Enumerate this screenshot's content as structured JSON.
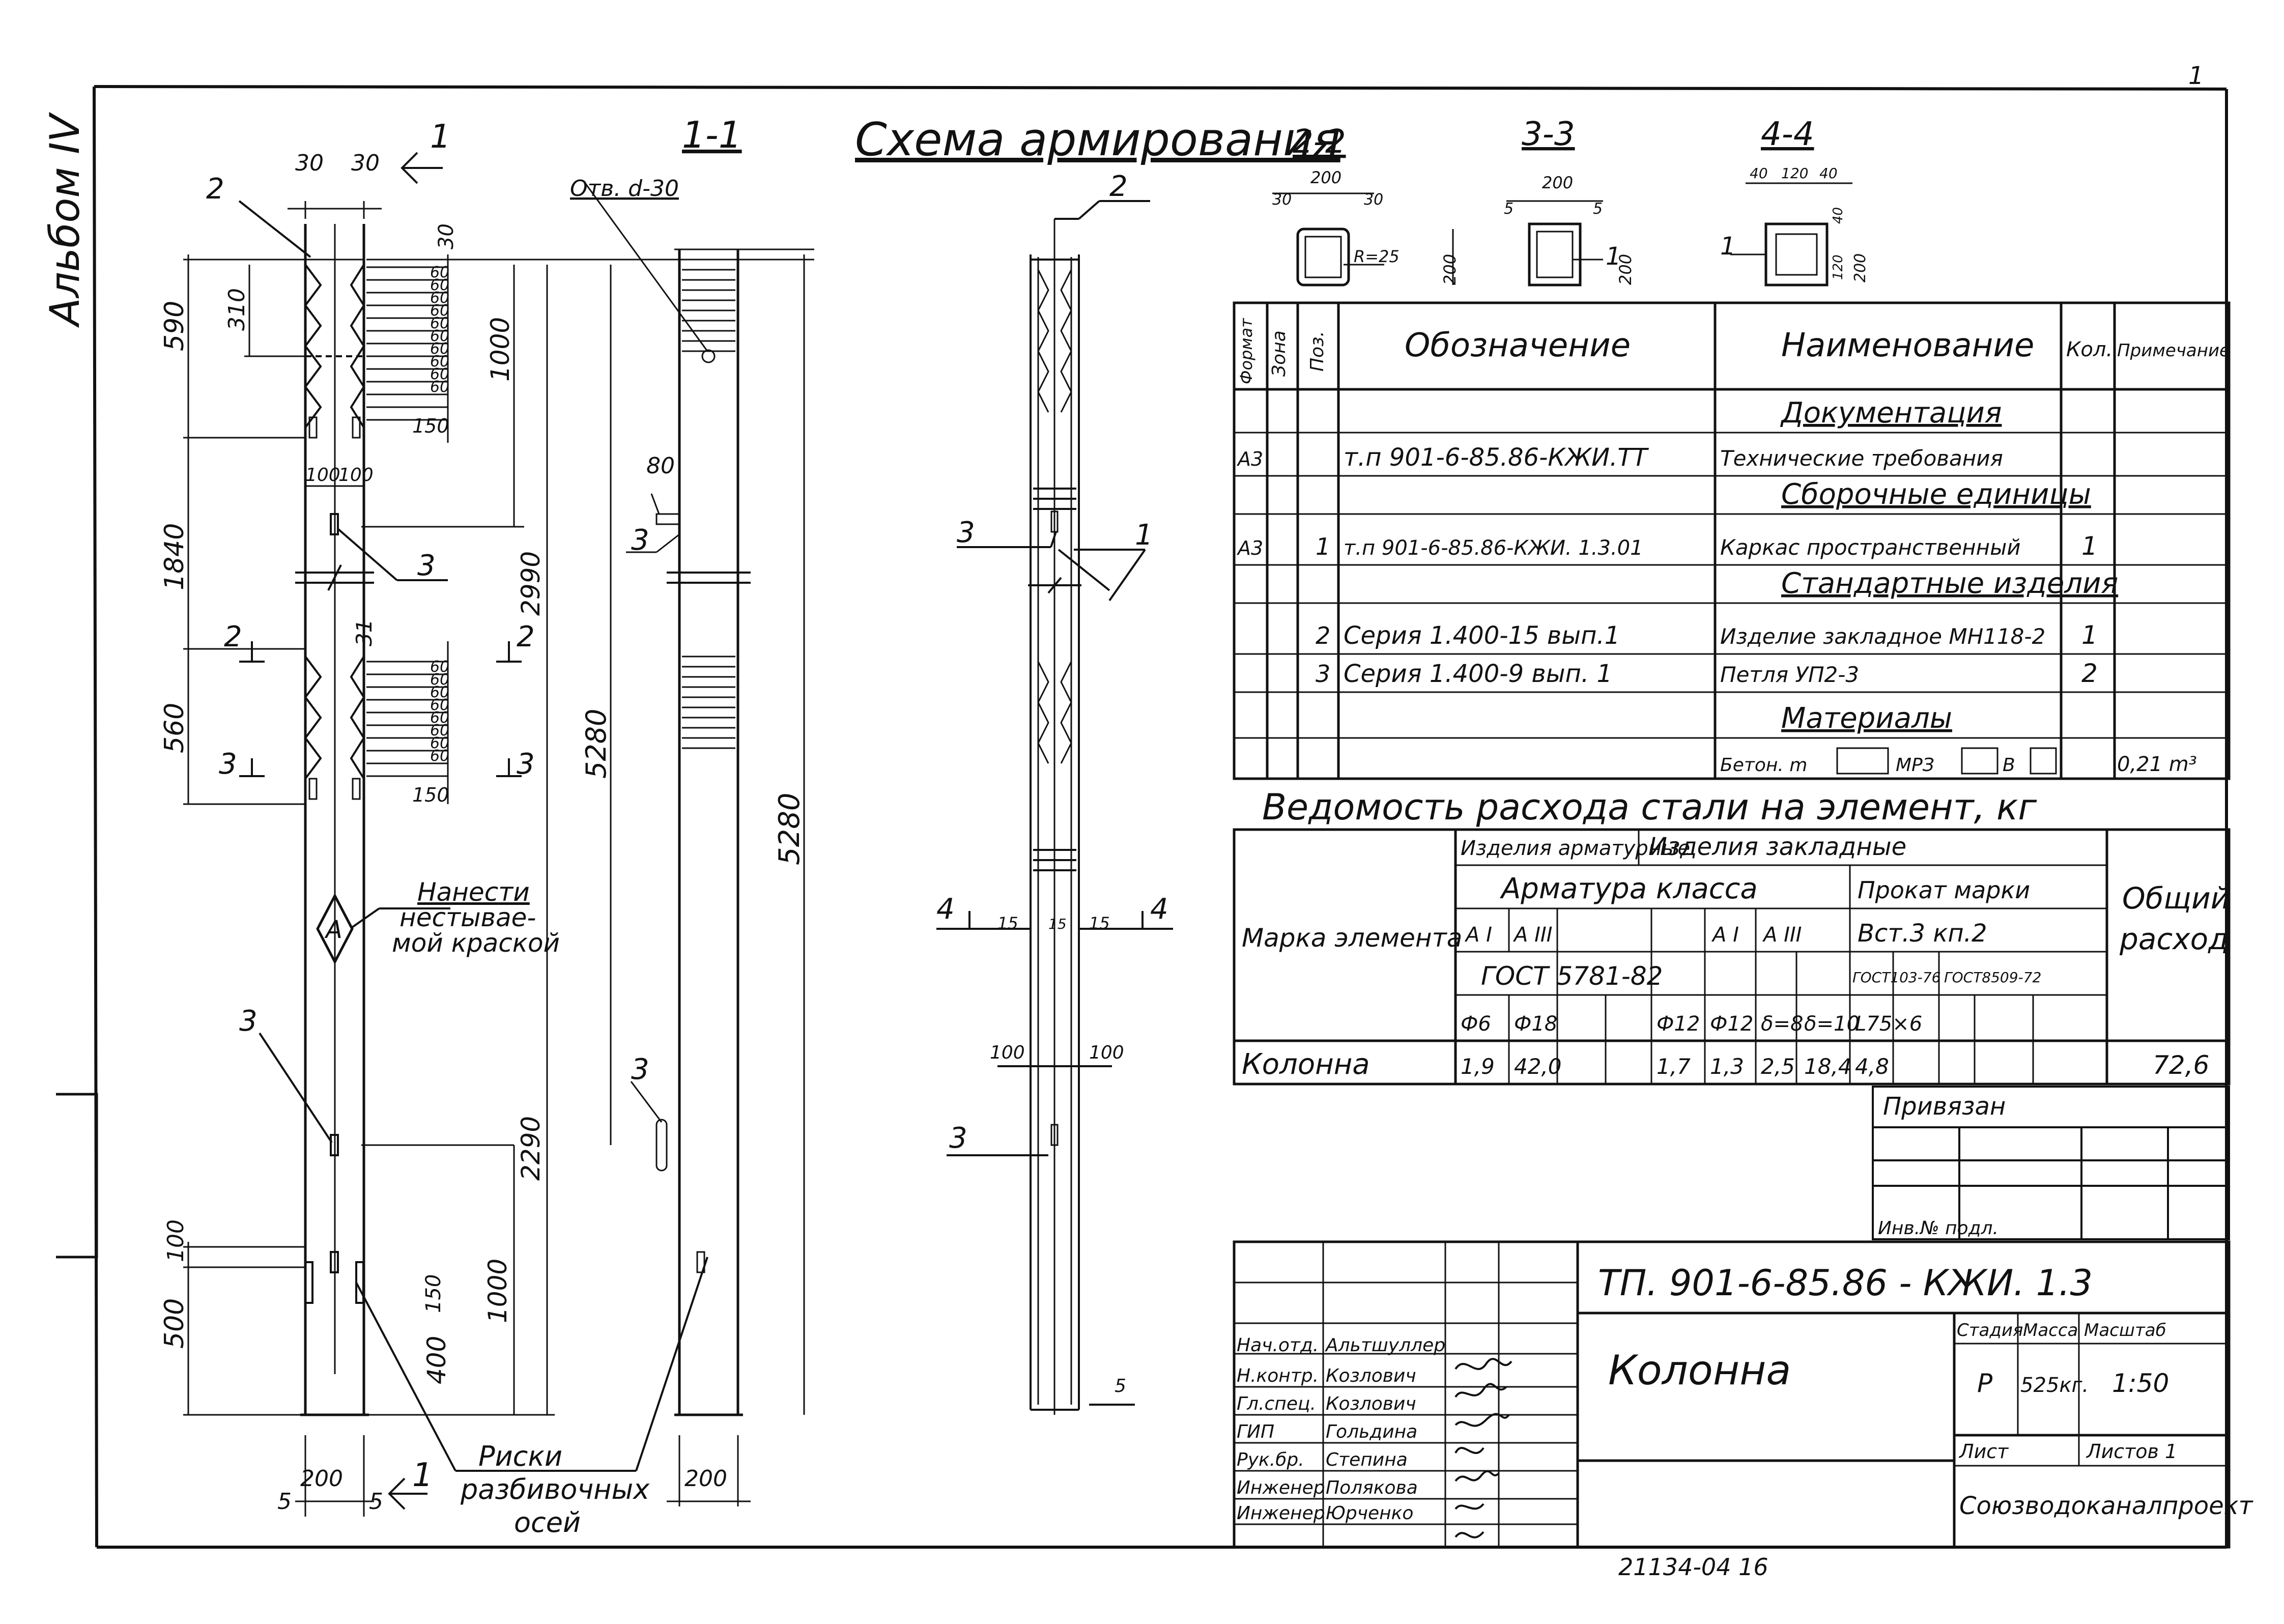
{
  "album_label": "Альбом IV",
  "corner_mark": "1",
  "main_title": "Схема армирования",
  "sections": {
    "s11": "1-1",
    "s22": "2-2",
    "s33": "3-3",
    "s44": "4-4",
    "cut1": "1",
    "cut2": "2",
    "cut3": "3",
    "cut4": "4"
  },
  "dims": {
    "d30a": "30",
    "d30b": "30",
    "d30c": "30",
    "d590": "590",
    "d310": "310",
    "d1000a": "1000",
    "d150a": "150",
    "d100a": "100",
    "d100b": "100",
    "d1840": "1840",
    "d2990": "2990",
    "d31": "31",
    "d560": "560",
    "d150b": "150",
    "d5280a": "5280",
    "d5280b": "5280",
    "d2290": "2290",
    "d100c": "100",
    "d500": "500",
    "d150c": "150",
    "d1000b": "1000",
    "d400": "400",
    "d5a": "5",
    "d5b": "5",
    "d200a": "200",
    "d200b": "200",
    "d80": "80",
    "hole": "Отв. d-30",
    "step60": "60",
    "s2_30a": "30",
    "s2_200": "200",
    "s2_30b": "30",
    "s2_r": "R=25",
    "s2_200v": "200",
    "s3_5a": "5",
    "s3_200": "200",
    "s3_5b": "5",
    "s3_200v": "200",
    "s4_40a": "40",
    "s4_120": "120",
    "s4_40b": "40",
    "s4_v40": "40",
    "s4_v120": "120",
    "s4_v200": "200",
    "sch15a": "15",
    "sch15b": "15",
    "sch15c": "15",
    "sch100a": "100",
    "sch100b": "100",
    "sch5": "5"
  },
  "leaders": {
    "p2a": "2",
    "p3a": "3",
    "p3b": "3",
    "p3c": "3",
    "p3d": "3",
    "p2b": "2",
    "p3e": "3",
    "p1": "1",
    "p3f": "3",
    "p1b": "1",
    "mark": "А"
  },
  "note_paint": [
    "Нанести",
    "нестывае-",
    "мой краской"
  ],
  "note_risks": [
    "Риски",
    "разбивочных",
    "осей"
  ],
  "spec": {
    "headers": [
      "Формат",
      "Зона",
      "Поз.",
      "Обозначение",
      "Наименование",
      "Кол.",
      "Примечание"
    ],
    "rows": [
      {
        "fmt": "",
        "pos": "",
        "des": "",
        "name": "Документация",
        "qty": "",
        "note": "",
        "section": true
      },
      {
        "fmt": "А3",
        "pos": "",
        "des": "т.п 901-6-85.86-КЖИ.ТТ",
        "name": "Технические требования",
        "qty": "",
        "note": ""
      },
      {
        "fmt": "",
        "pos": "",
        "des": "",
        "name": "Сборочные единицы",
        "qty": "",
        "note": "",
        "section": true
      },
      {
        "fmt": "А3",
        "pos": "1",
        "des": "т.п 901-6-85.86-КЖИ. 1.3.01",
        "name": "Каркас пространственный",
        "qty": "1",
        "note": ""
      },
      {
        "fmt": "",
        "pos": "",
        "des": "",
        "name": "Стандартные изделия",
        "qty": "",
        "note": "",
        "section": true
      },
      {
        "fmt": "",
        "pos": "2",
        "des": "Серия 1.400-15 вып.1",
        "name": "Изделие закладное МН118-2",
        "qty": "1",
        "note": ""
      },
      {
        "fmt": "",
        "pos": "3",
        "des": "Серия 1.400-9 вып. 1",
        "name": "Петля УП2-3",
        "qty": "2",
        "note": ""
      },
      {
        "fmt": "",
        "pos": "",
        "des": "",
        "name": "Материалы",
        "qty": "",
        "note": "",
        "section": true
      },
      {
        "fmt": "",
        "pos": "",
        "des": "",
        "name": "Бетон. m",
        "qty": "",
        "note": "0,21 m³",
        "concrete": true
      }
    ],
    "concrete_mid": "МРЗ",
    "concrete_b": "В"
  },
  "steel": {
    "title": "Ведомость расхода стали на элемент, кг",
    "mark_header": "Марка элемента",
    "total_header": [
      "Общий",
      "расход"
    ],
    "g1": "Изделия арматурные",
    "g2": "Изделия закладные",
    "sg1": "Арматура класса",
    "sg2": "Прокат марки",
    "cls": [
      "А I",
      "А III",
      "",
      "А I",
      "А III"
    ],
    "steel_grade": "Вст.3 кп.2",
    "gost1": "ГОСТ 5781-82",
    "gost2": "ГОСТ103-76",
    "gost3": "ГОСТ8509-72",
    "dia": [
      "Ф6",
      "Ф18",
      "",
      "",
      "Ф12",
      "Ф12",
      "δ=8",
      "δ=10",
      "L75×6",
      ""
    ],
    "row_name": "Колонна",
    "vals": [
      "1,9",
      "42,0",
      "",
      "",
      "1,7",
      "1,3",
      "2,5",
      "18,4",
      "4,8",
      ""
    ],
    "total": "72,6"
  },
  "bound": {
    "label": "Привязан",
    "inv": "Инв.№ подл."
  },
  "stamp": {
    "code": "ТП. 901-6-85.86 - КЖИ. 1.3",
    "name": "Колонна",
    "stage_h": "Стадия",
    "mass_h": "Масса",
    "scale_h": "Масштаб",
    "stage": "Р",
    "mass": "525кг.",
    "scale": "1:50",
    "sheet": "Лист",
    "sheets": "Листов 1",
    "org": "Союзводоканалпроект",
    "people": [
      {
        "role": "Нач.отд.",
        "name": "Альтшуллер"
      },
      {
        "role": "Н.контр.",
        "name": "Козлович"
      },
      {
        "role": "Гл.спец.",
        "name": "Козлович"
      },
      {
        "role": "ГИП",
        "name": "Гольдина"
      },
      {
        "role": "Рук.бр.",
        "name": "Степина"
      },
      {
        "role": "Инженер",
        "name": "Полякова"
      },
      {
        "role": "Инженер",
        "name": "Юрченко"
      }
    ]
  },
  "bottom_number": "21134-04   16"
}
